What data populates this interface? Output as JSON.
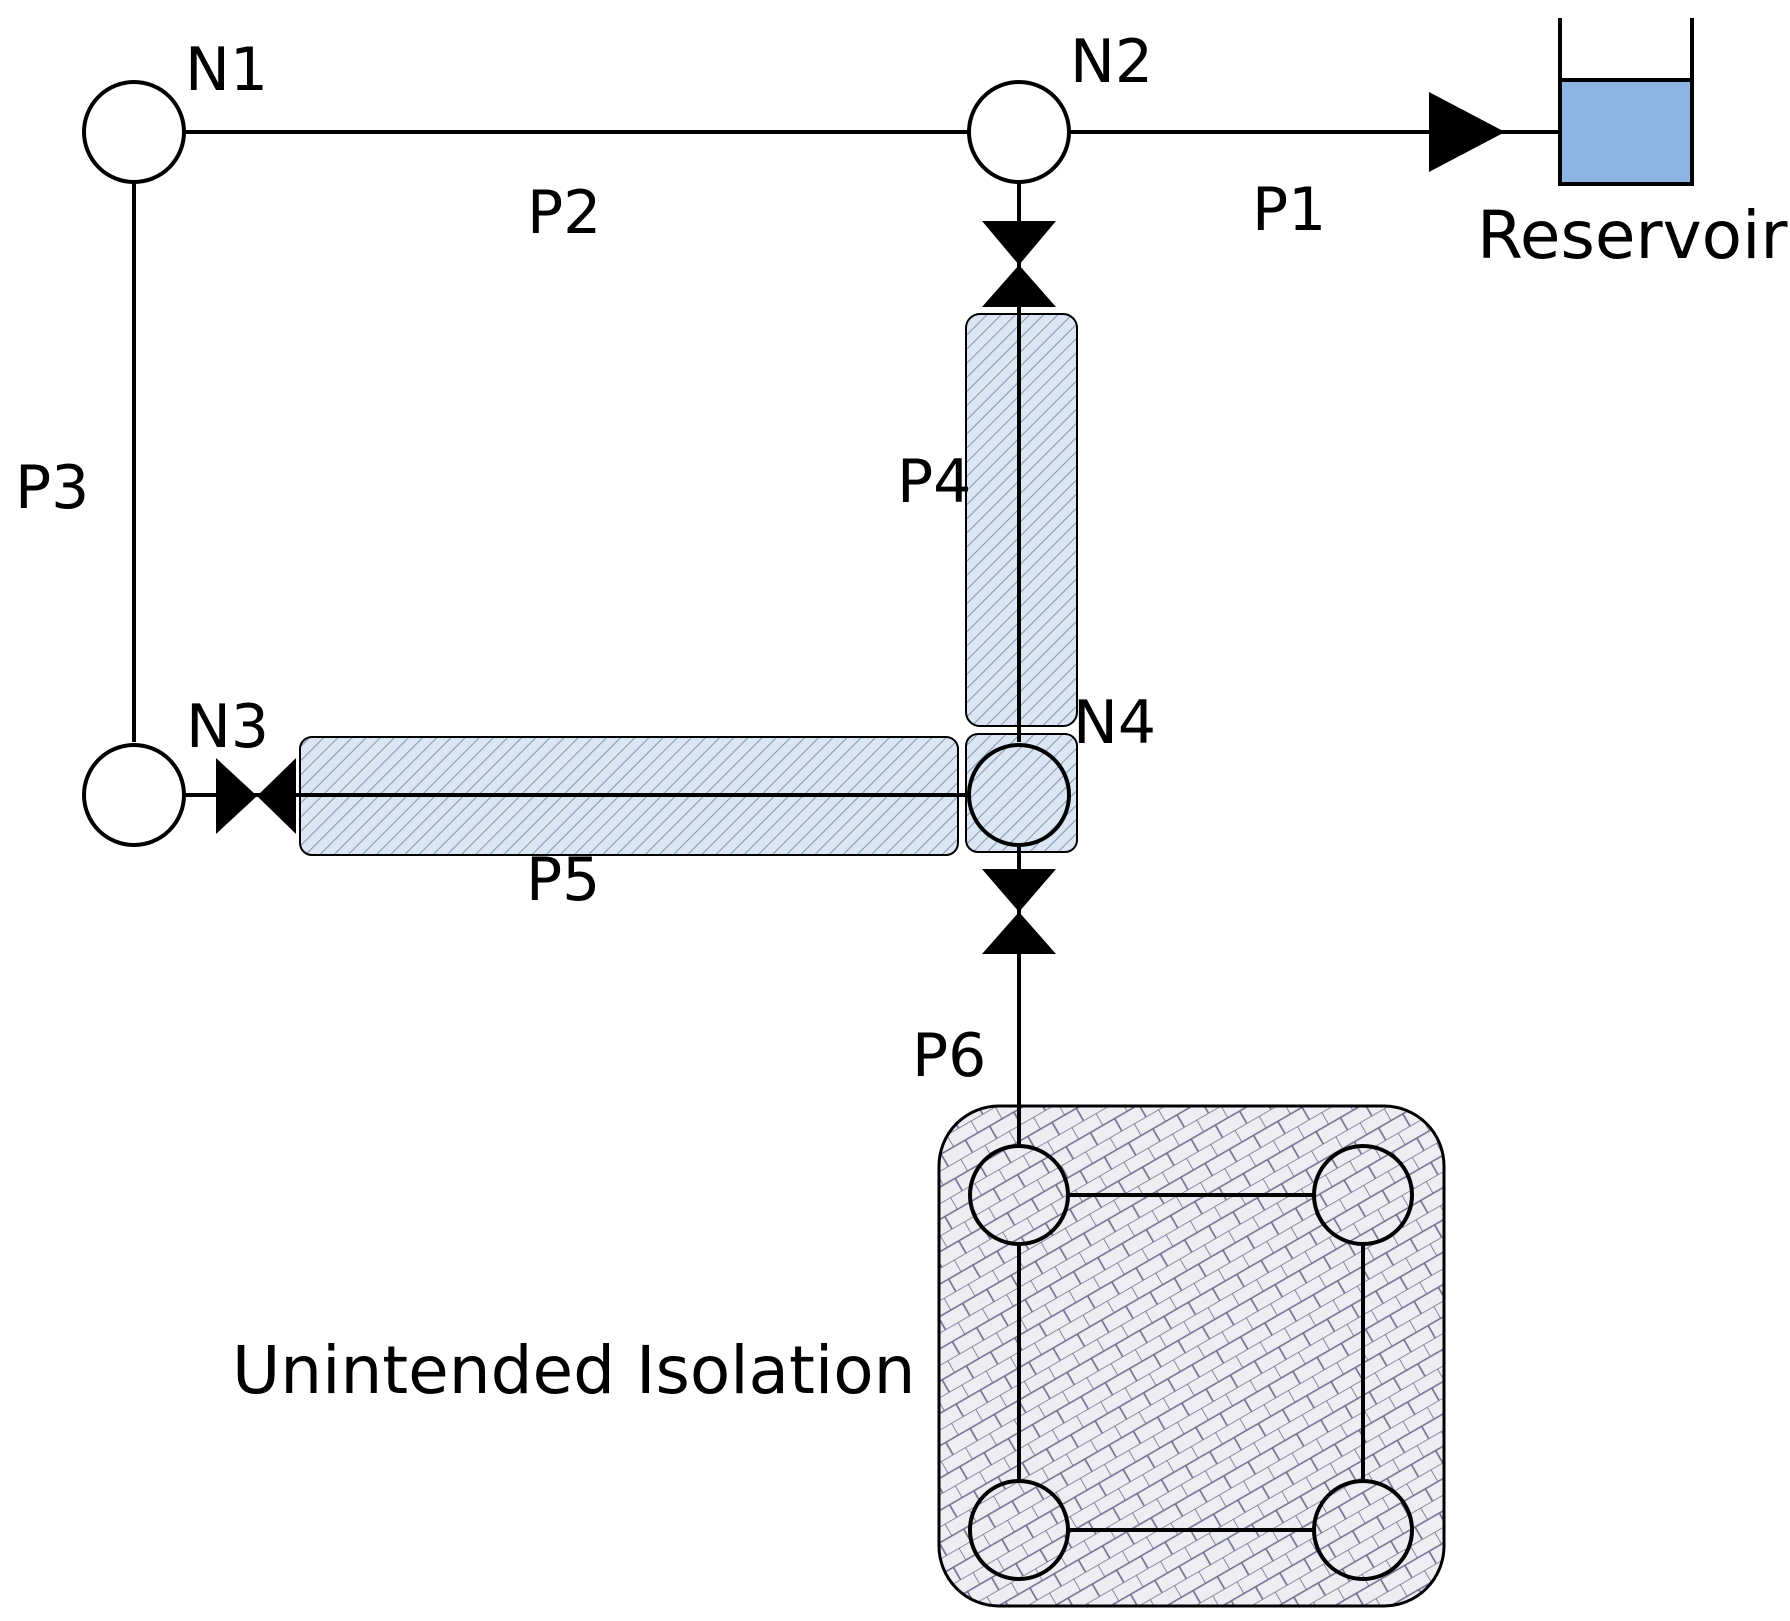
{
  "nodes": {
    "n1": "N1",
    "n2": "N2",
    "n3": "N3",
    "n4": "N4"
  },
  "pipes": {
    "p1": "P1",
    "p2": "P2",
    "p3": "P3",
    "p4": "P4",
    "p5": "P5",
    "p6": "P6"
  },
  "reservoir_label": "Reservoir",
  "isolation_label": "Unintended Isolation",
  "colors": {
    "reservoir_water": "#8eb4e3",
    "shutdown_hatch_fill": "#dce6f2",
    "shutdown_hatch_line": "#8096b4",
    "isolation_fill": "#e6e6ea",
    "isolation_hatch_line": "#6c6c8c"
  }
}
